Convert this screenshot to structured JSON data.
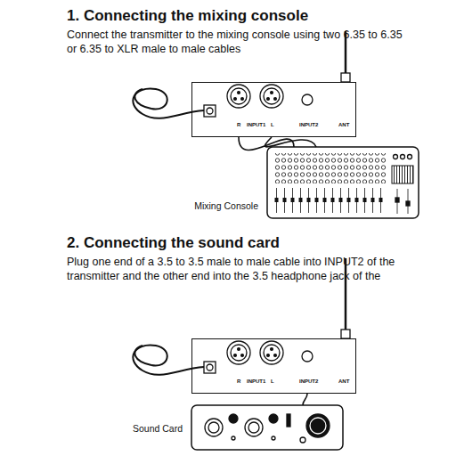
{
  "diagram": {
    "nodes": [
      {
        "text": [
          "R",
          "INPUT1",
          "L",
          "INPUT2",
          "ANT"
        ]
      },
      {
        "text": [
          "Mixing Console"
        ]
      },
      {
        "text": [
          "R",
          "INPUT1",
          "L",
          "INPUT2",
          "ANT"
        ]
      },
      {
        "text": [
          "Sound Card"
        ]
      }
    ],
    "edges": [
      {
        "from": 0,
        "to": 1,
        "arrow": "none"
      },
      {
        "from": 0,
        "to": 1,
        "arrow": "none"
      },
      {
        "from": 2,
        "to": 3,
        "arrow": "none"
      }
    ],
    "labels": [
      "1. Connecting the mixing console",
      "Connect the transmitter to the mixing console using two 6.35 to 6.35 or 6.35 to XLR male to male cables",
      "2. Connecting the sound card",
      "Plug one end of a 3.5 to 3.5 male to male cable into INPUT2 of the transmitter and the other end into the 3.5 headphone jack of the"
    ]
  }
}
